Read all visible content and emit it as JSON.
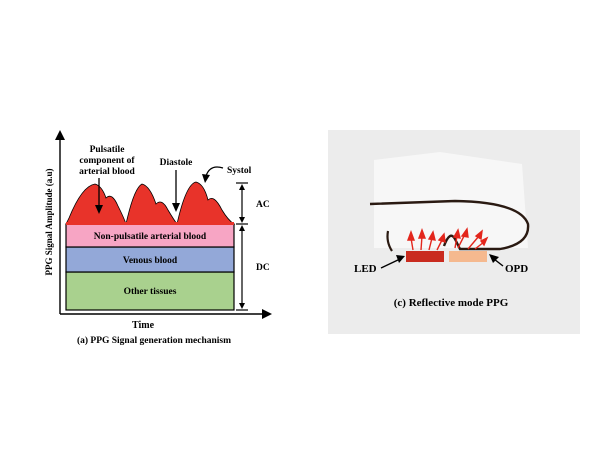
{
  "panel_a": {
    "y_axis_label": "PPG Signal Amplitude (a.u)",
    "x_axis_label": "Time",
    "caption": "(a) PPG Signal generation mechanism",
    "annotations": {
      "pulsatile_line1": "Pulsatile",
      "pulsatile_line2": "component of",
      "pulsatile_line3": "arterial blood",
      "diastole": "Diastole",
      "systol": "Systol",
      "ac": "AC",
      "dc": "DC"
    },
    "layers": {
      "non_pulsatile": "Non-pulsatile arterial blood",
      "venous": "Venous blood",
      "other": "Other tissues"
    },
    "colors": {
      "pulsatile": "#e8332a",
      "non_pulsatile": "#f7a5c4",
      "venous": "#93a8d8",
      "other": "#a9d18e"
    }
  },
  "panel_c": {
    "led_label": "LED",
    "opd_label": "OPD",
    "caption": "(c) Reflective mode PPG",
    "colors": {
      "background": "#ececec",
      "led": "#c92b1f",
      "opd": "#f5b98f",
      "arrows": "#e3261c"
    }
  }
}
